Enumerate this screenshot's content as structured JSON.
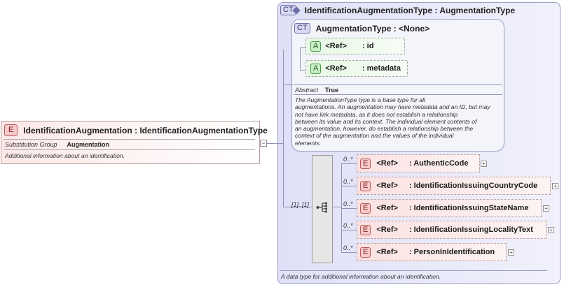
{
  "outer_type": {
    "badge": "CT",
    "title": "IdentificationAugmentationType : AugmentationType"
  },
  "base_type": {
    "badge": "CT",
    "title": "AugmentationType : <None>",
    "attributes": [
      {
        "badge": "A",
        "ref": "<Ref>",
        "name": ": id"
      },
      {
        "badge": "A",
        "ref": "<Ref>",
        "name": ": metadata"
      }
    ],
    "abstract_label": "Abstract",
    "abstract_value": "True",
    "documentation": [
      "The AugmentationType type is a base type for all",
      "augmentations. An augmentation may have metadata and an ID, but may",
      "not have link metadata, as it does not establish a relationship",
      "between its value and its context. The individual element contents of",
      "an augmentation, however, do establish a relationship between the",
      "context of the augmentation and the values of the individual",
      "elements."
    ]
  },
  "element": {
    "badge": "E",
    "title": "IdentificationAugmentation : IdentificationAugmentationType",
    "subst_label": "Substitution Group",
    "subst_value": "Augmentation",
    "documentation": "Additional information about an identification.",
    "collapse_symbol": "−"
  },
  "sequence": {
    "occurrence": "[1]..[1]",
    "children": [
      {
        "occurrence": "0..*",
        "badge": "E",
        "ref": "<Ref>",
        "name": ": AuthenticCode",
        "expander": "+"
      },
      {
        "occurrence": "0..*",
        "badge": "E",
        "ref": "<Ref>",
        "name": ": IdentificationIssuingCountryCode",
        "expander": "+"
      },
      {
        "occurrence": "0..*",
        "badge": "E",
        "ref": "<Ref>",
        "name": ": IdentificationIssuingStateName",
        "expander": "+"
      },
      {
        "occurrence": "0..*",
        "badge": "E",
        "ref": "<Ref>",
        "name": ": IdentificationIssuingLocalityText",
        "expander": "+"
      },
      {
        "occurrence": "0..*",
        "badge": "E",
        "ref": "<Ref>",
        "name": ": PersonInIdentification",
        "expander": "+"
      }
    ]
  },
  "type_documentation": "A data type for additional information about an identification."
}
